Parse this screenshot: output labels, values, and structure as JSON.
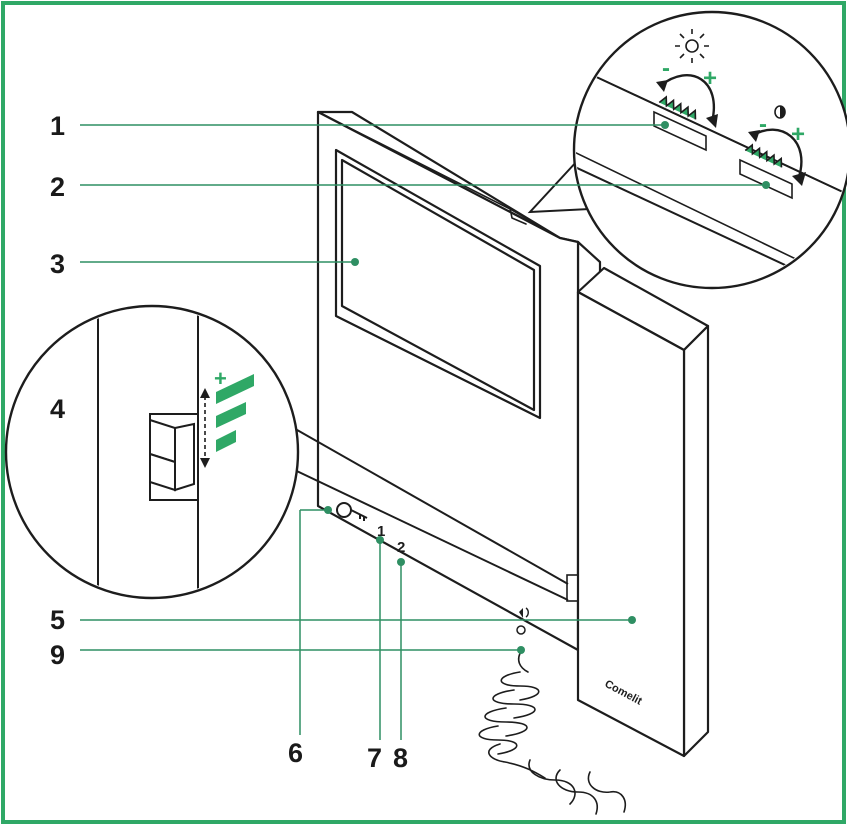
{
  "colors": {
    "frame_border": "#2fa866",
    "callout_line": "#2f8f63",
    "accent_green": "#2fa866",
    "outline": "#1d1d1d"
  },
  "callouts": [
    {
      "id": "1",
      "label": "1"
    },
    {
      "id": "2",
      "label": "2"
    },
    {
      "id": "3",
      "label": "3"
    },
    {
      "id": "4",
      "label": "4"
    },
    {
      "id": "5",
      "label": "5"
    },
    {
      "id": "6",
      "label": "6"
    },
    {
      "id": "7",
      "label": "7"
    },
    {
      "id": "8",
      "label": "8"
    },
    {
      "id": "9",
      "label": "9"
    }
  ],
  "adjusters": {
    "minus_1": "-",
    "plus_1": "+",
    "minus_2": "-",
    "plus_2": "+",
    "brightness_icon": "sun-icon",
    "contrast_icon": "contrast-icon"
  },
  "volume": {
    "plus": "+",
    "icon": "volume-bars-icon"
  },
  "buttons": {
    "key_icon": "key-icon",
    "btn1": "1",
    "btn2": "2"
  },
  "brand": "Comelit"
}
